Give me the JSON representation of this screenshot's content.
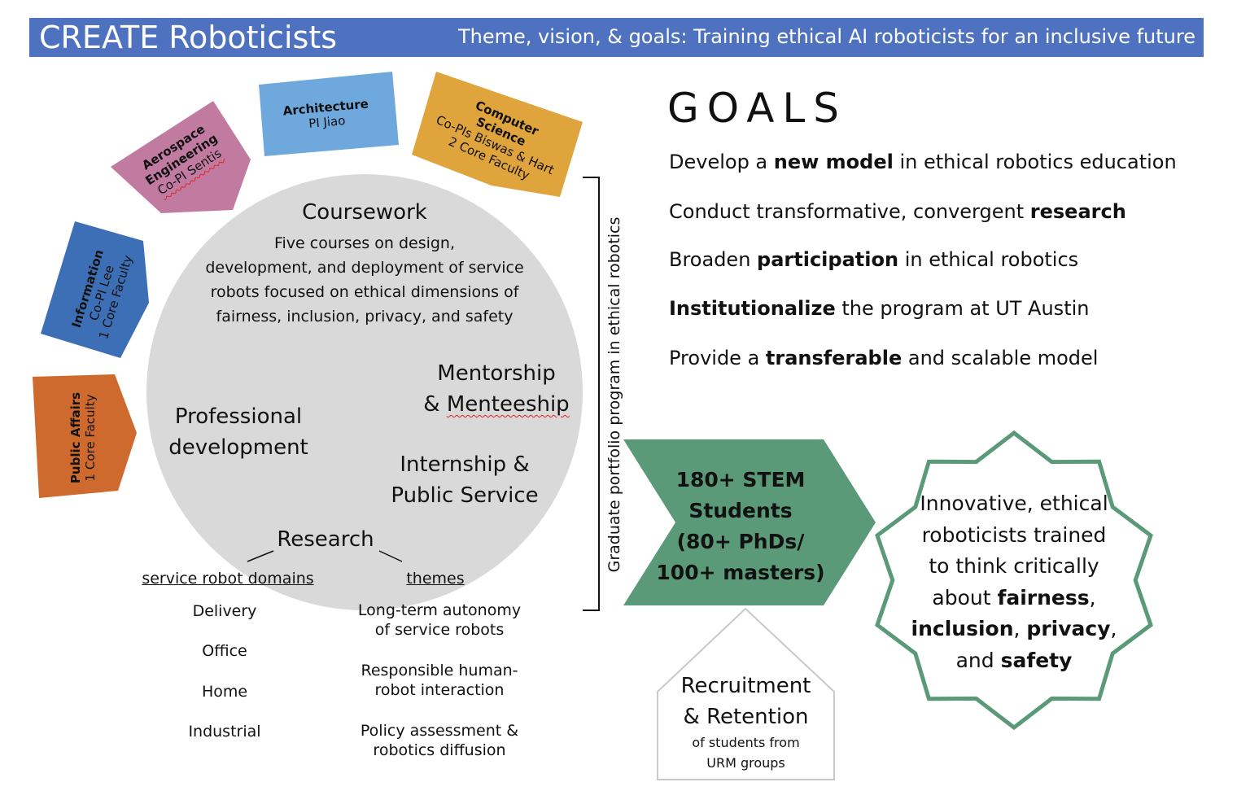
{
  "header": {
    "title": "CREATE Roboticists",
    "subtitle": "Theme, vision, & goals: Training ethical AI roboticists for an inclusive future"
  },
  "departments": [
    {
      "name": "Aerospace Engineering",
      "line1": "Aerospace",
      "line2": "Engineering",
      "detail": "Co-PI Sentis",
      "color": "#c27ba0"
    },
    {
      "name": "Architecture",
      "line1": "Architecture",
      "detail": "PI Jiao",
      "color": "#6fa8dc"
    },
    {
      "name": "Computer Science",
      "line1": "Computer",
      "line2": "Science",
      "detail": "Co-PIs Biswas & Hart",
      "detail2": "2 Core Faculty",
      "color": "#e0a43c"
    },
    {
      "name": "Information",
      "line1": "Information",
      "detail": "Co-PI Lee",
      "detail2": "1 Core Faculty",
      "color": "#3d6fb6"
    },
    {
      "name": "Public Affairs",
      "line1": "Public Affairs",
      "detail": "1 Core Faculty",
      "color": "#cf6a2e"
    }
  ],
  "circle": {
    "coursework_title": "Coursework",
    "coursework_lines": [
      "Five courses on design,",
      "development, and deployment of service",
      "robots focused on ethical dimensions of",
      "fairness, inclusion, privacy, and safety"
    ],
    "mentorship_1": "Mentorship",
    "mentorship_2a": "& ",
    "mentorship_2b": "Menteeship",
    "professional_1": "Professional",
    "professional_2": "development",
    "internship_1": "Internship &",
    "internship_2": "Public Service",
    "research": "Research"
  },
  "research": {
    "domains_header": "service robot domains",
    "domains": [
      "Delivery",
      "Office",
      "Home",
      "Industrial"
    ],
    "themes_header": "themes",
    "themes": [
      [
        "Long-term autonomy",
        "of service robots"
      ],
      [
        "Responsible human-",
        "robot interaction"
      ],
      [
        "Policy assessment &",
        "robotics diffusion"
      ]
    ]
  },
  "bracket_label": "Graduate portfolio program in ethical robotics",
  "goals": {
    "title": "GOALS",
    "items": [
      {
        "pre": "Develop a ",
        "bold": "new model",
        "post": " in ethical robotics education"
      },
      {
        "pre": "Conduct transformative, convergent ",
        "bold": "research",
        "post": ""
      },
      {
        "pre": "Broaden ",
        "bold": "participation",
        "post": " in ethical robotics"
      },
      {
        "pre": "",
        "bold": "Institutionalize",
        "post": " the program at UT Austin"
      },
      {
        "pre": "Provide a ",
        "bold": "transferable",
        "post": " and scalable model"
      }
    ]
  },
  "students": {
    "lines": [
      "180+ STEM",
      "Students",
      "(80+ PhDs/",
      "100+ masters)"
    ],
    "color": "#5a9a78"
  },
  "recruitment": {
    "line1": "Recruitment",
    "line2": "& Retention",
    "line3": "of students from",
    "line4": "URM groups"
  },
  "outcome": {
    "l1": "Innovative, ethical",
    "l2": "roboticists trained",
    "l3": "to think critically",
    "l4_pre": "about ",
    "l4_bold": "fairness",
    "l4_post": ",",
    "l5_bold1": "inclusion",
    "l5_mid": ", ",
    "l5_bold2": "privacy",
    "l5_post": ",",
    "l6_pre": "and ",
    "l6_bold": "safety",
    "border_color": "#5a9a78"
  }
}
